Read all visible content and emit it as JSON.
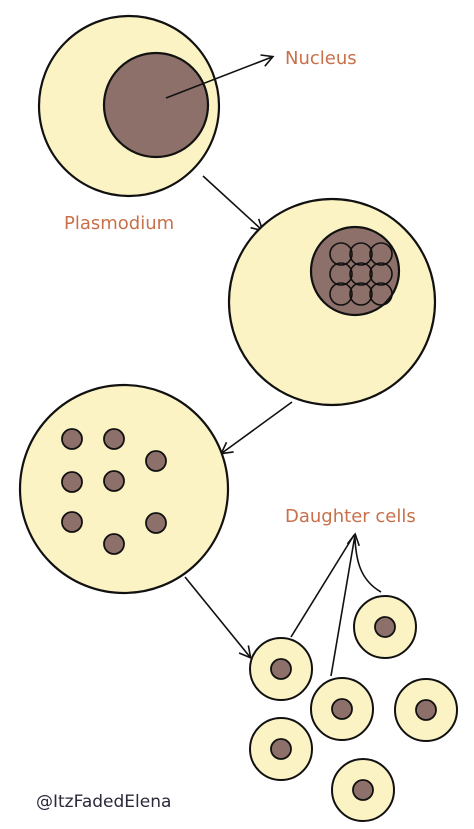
{
  "labels": {
    "nucleus": "Nucleus",
    "plasmodium": "Plasmodium",
    "daughter_cells": "Daughter cells"
  },
  "credit": "@ItzFadedElena",
  "colors": {
    "cytoplasm": "#fcf3c4",
    "nucleus": "#8d7069",
    "outline": "#111111",
    "label": "#c8704a"
  }
}
